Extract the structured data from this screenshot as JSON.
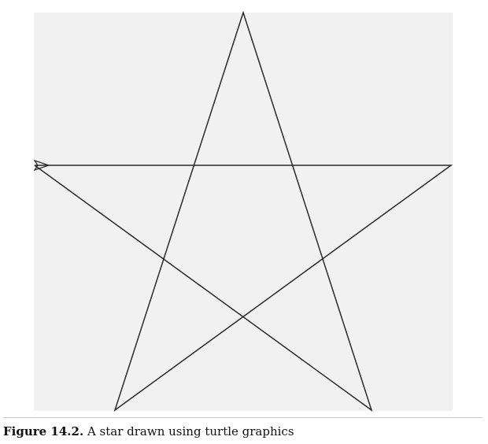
{
  "figure": {
    "canvas_background": "#f1f1f1",
    "line_color": "#2b2b2b",
    "drawing": "five-pointed star (pentagram)",
    "turtle_cursor": "arrow-icon"
  },
  "caption": {
    "label": "Figure 14.2.",
    "text": "A star drawn using turtle graphics"
  }
}
